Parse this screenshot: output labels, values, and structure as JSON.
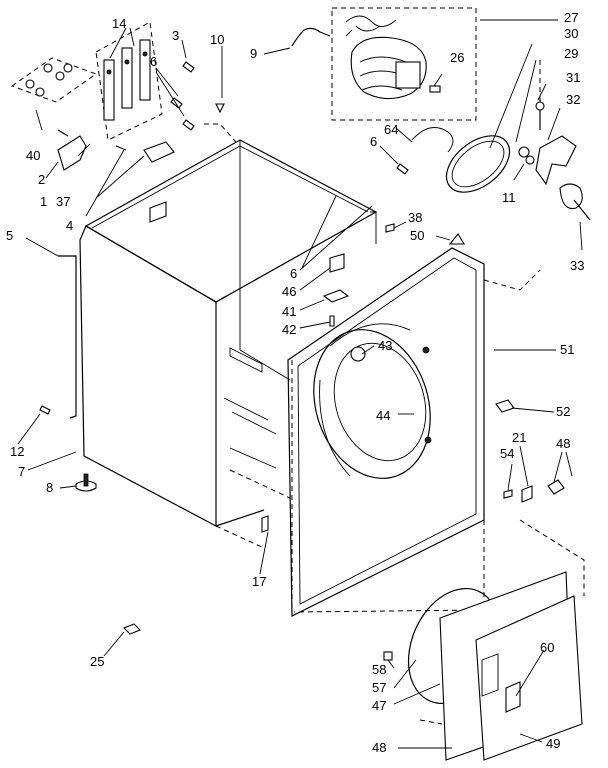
{
  "callouts": {
    "c14": "14",
    "c3": "3",
    "c10": "10",
    "c9": "9",
    "c27": "27",
    "c26": "26",
    "c30": "30",
    "c29": "29",
    "c31": "31",
    "c32": "32",
    "c6a": "6",
    "c6b": "6",
    "c6c": "6",
    "c40": "40",
    "c2": "2",
    "c1": "1",
    "c37": "37",
    "c4": "4",
    "c64": "64",
    "c11": "11",
    "c38": "38",
    "c50": "50",
    "c33": "33",
    "c5": "5",
    "c46": "46",
    "c41": "41",
    "c42": "42",
    "c43": "43",
    "c51": "51",
    "c44": "44",
    "c52": "52",
    "c12": "12",
    "c7": "7",
    "c8": "8",
    "c21": "21",
    "c48a": "48",
    "c54": "54",
    "c17": "17",
    "c25": "25",
    "c60": "60",
    "c58": "58",
    "c57": "57",
    "c47": "47",
    "c48b": "48",
    "c49": "49"
  }
}
